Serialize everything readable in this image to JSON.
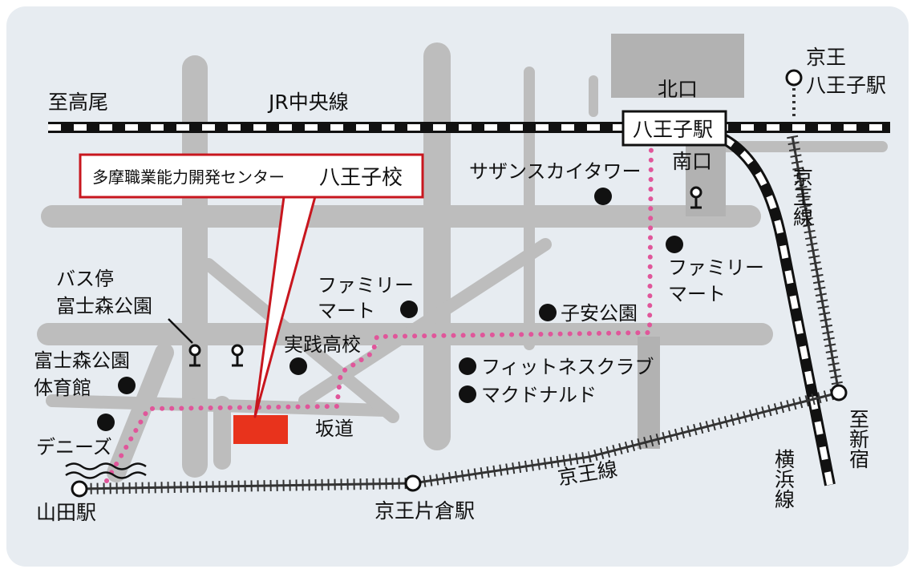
{
  "colors": {
    "background": "#e7ecf1",
    "road": "#bdbdbd",
    "block": "#b2b2b2",
    "route": "#e0569a",
    "school": "#e8331c",
    "callout_border": "#c8161e",
    "rail_dark": "#111111"
  },
  "rail_lines": {
    "to_takao": "至高尾",
    "jr_chuo": "JR中央線",
    "keio_line": "京王線",
    "keio_line_vertical": "京王線",
    "yokohama_line": "横浜線",
    "to_shinjuku": "至新宿"
  },
  "stations": {
    "hachioji": "八王子駅",
    "keio_hachioji_1": "京王",
    "keio_hachioji_2": "八王子駅",
    "yamada": "山田駅",
    "keio_katakura": "京王片倉駅"
  },
  "exits": {
    "north": "北口",
    "south": "南口"
  },
  "callout": {
    "name": "多摩職業能力開発センター",
    "campus": "八王子校"
  },
  "bus_stop": {
    "line1": "バス停",
    "line2": "富士森公園"
  },
  "landmarks": {
    "sazan_sky_tower": "サザンスカイタワー",
    "familymart_east_1": "ファミリー",
    "familymart_east_2": "マート",
    "familymart_west_1": "ファミリー",
    "familymart_west_2": "マート",
    "koyasu_park": "子安公園",
    "jissen_high": "実践高校",
    "fitness_club": "フィットネスクラブ",
    "mcdonalds": "マクドナルド",
    "gym_1": "富士森公園",
    "gym_2": "体育館",
    "dennys": "デニーズ",
    "slope": "坂道"
  },
  "icons": [
    "bus-stop-icon",
    "landmark-dot-icon",
    "station-circle-icon",
    "river-icon",
    "school-building-icon"
  ]
}
